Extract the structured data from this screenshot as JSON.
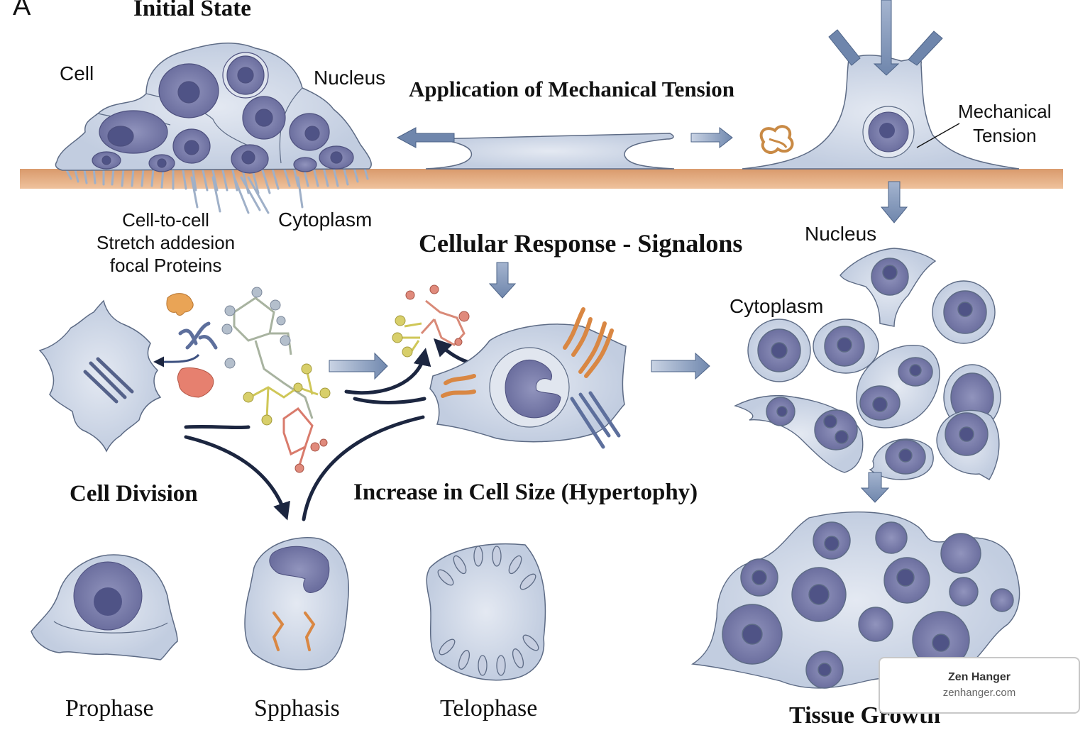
{
  "figure": {
    "panel_letter": "A",
    "colors": {
      "cell_fill": "#cdd6e6",
      "cell_stroke": "#5d6b85",
      "nucleus_fill": "#7d80ad",
      "nucleolus_fill": "#4f5386",
      "substrate": "#e3a679",
      "arrow_fill": "#7f95b8",
      "curve_arrow": "#1c2640",
      "orange_fiber": "#d98743",
      "molecule_yellow": "#d8cf6a",
      "molecule_red": "#d97b6c",
      "molecule_grey": "#b4bfcc"
    }
  },
  "sections": {
    "initial_state": {
      "title": "Initial State",
      "labels": {
        "cell": "Cell",
        "nucleus": "Nucleus",
        "adhesion": "Cell-to-cell\nStretch addesion\nfocal Proteins",
        "cytoplasm": "Cytoplasm"
      }
    },
    "mechanical_tension": {
      "title": "Application of Mechanical Tension",
      "label": "Mechanical\nTension"
    },
    "cellular_response": {
      "title": "Cellular Response - Signalons",
      "labels": {
        "nucleus": "Nucleus",
        "cytoplasm": "Cytoplasm"
      }
    },
    "cell_division": {
      "title": "Cell Division",
      "phases": [
        "Prophase",
        "Spphasis",
        "Telophase"
      ]
    },
    "hypertrophy": {
      "title": "Increase in Cell Size (Hypertophy)"
    },
    "tissue_growth": {
      "title": "Tissue Growth"
    }
  },
  "watermark": {
    "title": "Zen Hanger",
    "url": "zenhanger.com"
  }
}
